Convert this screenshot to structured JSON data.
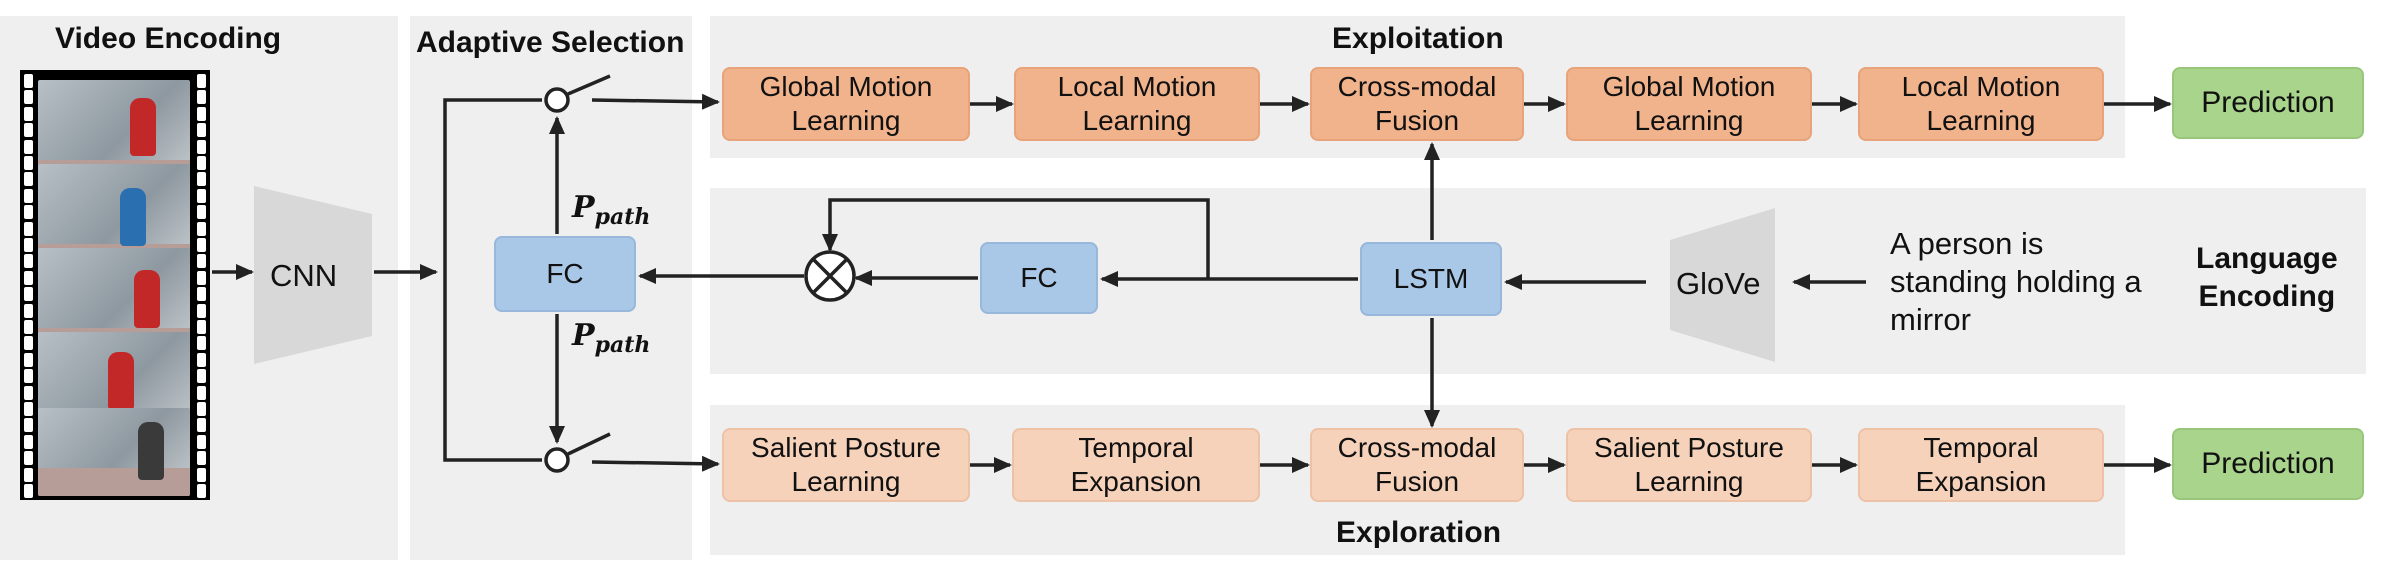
{
  "sections": {
    "video_encoding": "Video Encoding",
    "adaptive_selection": "Adaptive Selection",
    "exploitation": "Exploitation",
    "exploration": "Exploration",
    "language_encoding_line1": "Language",
    "language_encoding_line2": "Encoding"
  },
  "cnn_label": "CNN",
  "glove_label": "GloVe",
  "p_path": {
    "main": "P",
    "sub": "path"
  },
  "exploitation_row": [
    {
      "line1": "Global Motion",
      "line2": "Learning"
    },
    {
      "line1": "Local Motion",
      "line2": "Learning"
    },
    {
      "line1": "Cross-modal",
      "line2": "Fusion"
    },
    {
      "line1": "Global Motion",
      "line2": "Learning"
    },
    {
      "line1": "Local Motion",
      "line2": "Learning"
    }
  ],
  "exploration_row": [
    {
      "line1": "Salient Posture",
      "line2": "Learning"
    },
    {
      "line1": "Temporal",
      "line2": "Expansion"
    },
    {
      "line1": "Cross-modal",
      "line2": "Fusion"
    },
    {
      "line1": "Salient Posture",
      "line2": "Learning"
    },
    {
      "line1": "Temporal",
      "line2": "Expansion"
    }
  ],
  "prediction_top": "Prediction",
  "prediction_bottom": "Prediction",
  "fc_left": "FC",
  "fc_mid": "FC",
  "lstm": "LSTM",
  "sentence": [
    "A person is",
    "standing holding a",
    "mirror"
  ],
  "colors": {
    "exploitation_box": "#f1b38c",
    "exploration_box": "#f6d2bb",
    "blue_box": "#a9c7e6",
    "prediction_box": "#a9d48c",
    "panel": "#efefef"
  }
}
